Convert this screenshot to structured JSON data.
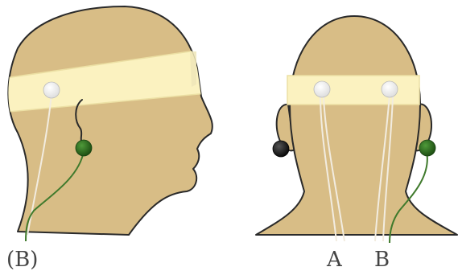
{
  "labels": {
    "side_b": "(B)",
    "back_a": "A",
    "back_b": "B"
  },
  "colors": {
    "skin": "#d8bd86",
    "outline": "#2a2a2a",
    "headband": "#fbf2c0",
    "headband_edge": "#ece0a4",
    "electrode_white": "#ffffff",
    "electrode_green": "#1e5a14",
    "electrode_black": "#111111",
    "wire_white": "#f2ece0",
    "wire_green": "#3f7a2c"
  }
}
